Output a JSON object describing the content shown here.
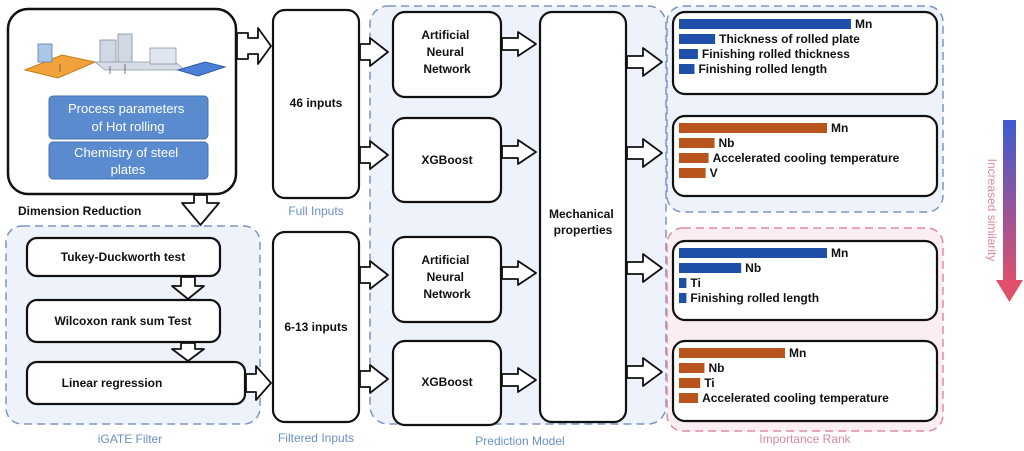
{
  "top_input": {
    "process_label": [
      "Process parameters",
      "of Hot rolling"
    ],
    "chemistry_label": [
      "Chemistry of steel",
      "plates"
    ]
  },
  "dimension_reduction": "Dimension Reduction",
  "igate": {
    "title": "iGATE Filter",
    "steps": [
      "Tukey-Duckworth test",
      "Wilcoxon rank sum Test",
      "Linear regression"
    ]
  },
  "inputs": {
    "full_count": "46 inputs",
    "full_label": "Full Inputs",
    "filtered_count": "6-13 inputs",
    "filtered_label": "Filtered Inputs"
  },
  "prediction": {
    "title": "Prediction Model",
    "models": [
      [
        "Artificial",
        "Neural",
        "Network"
      ],
      [
        "XGBoost"
      ],
      [
        "Artificial",
        "Neural",
        "Network"
      ],
      [
        "XGBoost"
      ]
    ],
    "output": [
      "Mechanical",
      "properties"
    ]
  },
  "importance": {
    "title": "Importance Rank",
    "side_label": "Increased similarity",
    "colors": {
      "ann": "#1f4fa8",
      "xgb": "#b8541c"
    },
    "panels": [
      {
        "model": "ann",
        "features": [
          "Mn",
          "Thickness of rolled plate",
          "Finishing rolled thickness",
          "Finishing rolled length"
        ],
        "values": [
          1.0,
          0.21,
          0.11,
          0.09
        ]
      },
      {
        "model": "xgb",
        "features": [
          "Mn",
          "Nb",
          "Accelerated cooling  temperature",
          "V"
        ],
        "values": [
          1.0,
          0.24,
          0.2,
          0.18
        ]
      },
      {
        "model": "ann",
        "features": [
          "Mn",
          "Nb",
          "Ti",
          "Finishing rolled length"
        ],
        "values": [
          1.0,
          0.42,
          0.05,
          0.05
        ]
      },
      {
        "model": "xgb",
        "features": [
          "Mn",
          "Nb",
          "Ti",
          "Accelerated cooling temperature"
        ],
        "values": [
          1.0,
          0.24,
          0.2,
          0.18
        ]
      }
    ]
  }
}
